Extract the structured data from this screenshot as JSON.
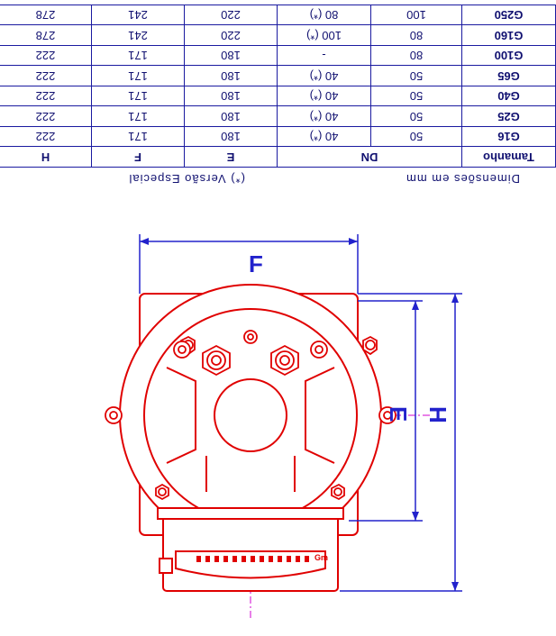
{
  "table": {
    "headers": [
      "Tamanho",
      "DN",
      "E",
      "F",
      "H"
    ],
    "rows": [
      [
        "G16",
        "50",
        "40 (*)",
        "180",
        "171",
        "222"
      ],
      [
        "G25",
        "50",
        "40 (*)",
        "180",
        "171",
        "222"
      ],
      [
        "G40",
        "50",
        "40 (*)",
        "180",
        "171",
        "222"
      ],
      [
        "G65",
        "50",
        "40 (*)",
        "180",
        "171",
        "222"
      ],
      [
        "G100",
        "80",
        "-",
        "180",
        "171",
        "222"
      ],
      [
        "G160",
        "80",
        "100 (*)",
        "220",
        "241",
        "278"
      ],
      [
        "G250",
        "100",
        "80 (*)",
        "220",
        "241",
        "278"
      ]
    ]
  },
  "notes": {
    "special": "(*) Versão Especial",
    "units": "Dimensões em mm"
  },
  "drawing": {
    "dim_f": "F",
    "dim_e": "E",
    "dim_h": "H",
    "label_gm": "Gm",
    "colors": {
      "part": "#e00000",
      "dimension": "#2222cc",
      "text": "#101070"
    }
  }
}
